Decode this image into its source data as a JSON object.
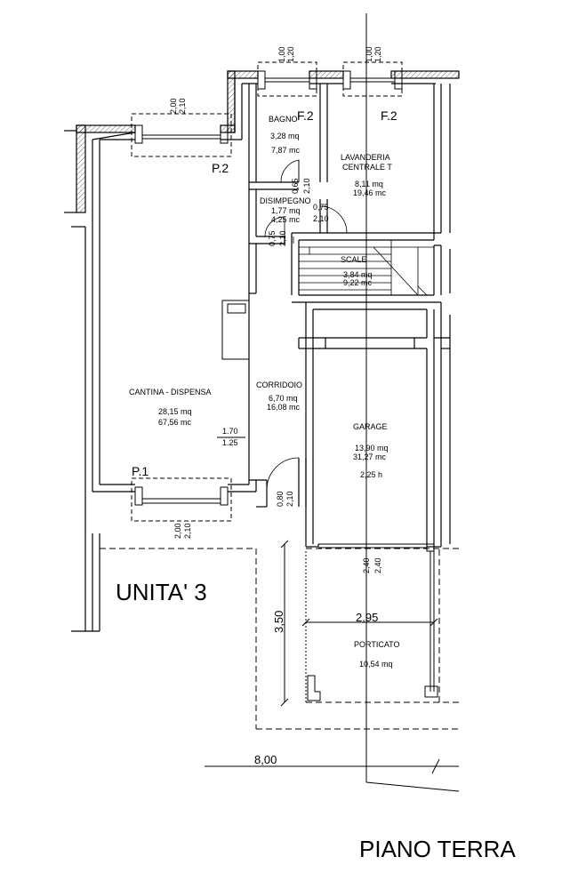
{
  "plan_title": "PIANO TERRA",
  "unit_label": "UNITA' 3",
  "rooms": {
    "bagno": {
      "name": "BAGNO",
      "area": "3,28 mq",
      "volume": "7,87 mc"
    },
    "lavanderia": {
      "name_line1": "LAVANDERIA",
      "name_line2": "CENTRALE T",
      "area": "8,11 mq",
      "volume": "19,46 mc"
    },
    "disimpegno": {
      "name": "DISIMPEGNO",
      "area": "1,77 mq",
      "volume": "4,25 mc"
    },
    "scale": {
      "name": "SCALE",
      "area": "3,84 mq",
      "volume": "9,22 mc"
    },
    "cantina": {
      "name": "CANTINA - DISPENSA",
      "area": "28,15 mq",
      "volume": "67,56 mc",
      "window_w": "1.70",
      "window_h": "1.25"
    },
    "corridoio": {
      "name": "CORRIDOIO",
      "area": "6,70 mq",
      "volume": "16,08 mc"
    },
    "garage": {
      "name": "GARAGE",
      "area": "13,90 mq",
      "volume": "31,27 mc",
      "height": "2,25 h"
    },
    "porticato": {
      "name": "PORTICATO",
      "area": "10,54 mq"
    }
  },
  "window_tags": {
    "p2": "P.2",
    "p1": "P.1",
    "f2_left": "F.2",
    "f2_right": "F.2"
  },
  "dimensions": {
    "top_f2_left": [
      "1,00",
      "1,20"
    ],
    "top_f2_right": [
      "1,00",
      "1,20"
    ],
    "top_p2": [
      "2,00",
      "2,10"
    ],
    "bagno_door": [
      "0,65",
      "2,10"
    ],
    "disimpegno_door": [
      "0,75",
      "2,10"
    ],
    "corridor_door": [
      "0,75",
      "2,10"
    ],
    "bottom_p1": [
      "2,00",
      "2,10"
    ],
    "cantina_door": [
      "0,80",
      "2,10"
    ],
    "garage_door": [
      "2,40",
      "2,40"
    ],
    "porticato_depth": "3,50",
    "porticato_width": "2,95",
    "total_width": "8,00"
  }
}
